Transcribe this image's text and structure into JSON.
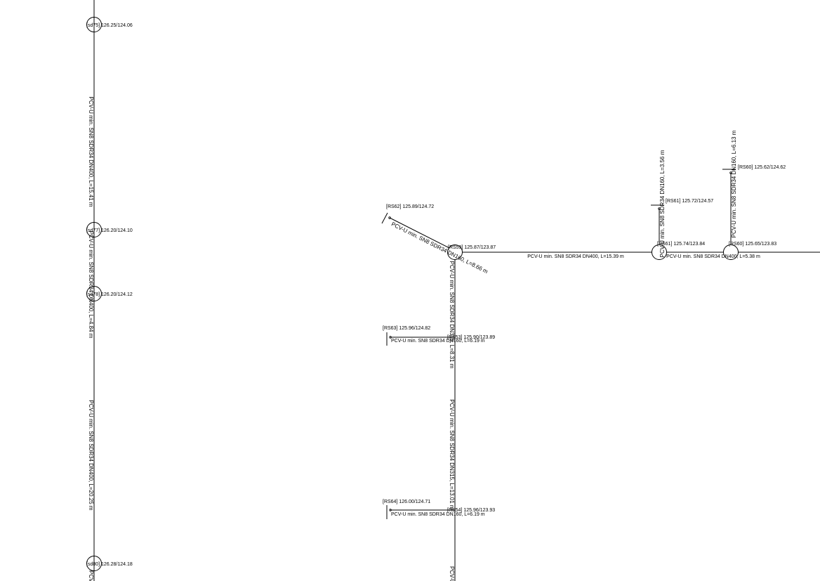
{
  "drawing": {
    "line_color": "#000000",
    "background": "#ffffff",
    "wells": [
      {
        "id": "sd75",
        "label": "[sd75] 126.25/124.06"
      },
      {
        "id": "sd77",
        "label": "[sd77] 126.20/124.10"
      },
      {
        "id": "sd78",
        "label": "[sd78] 126.20/124.12"
      },
      {
        "id": "sd80",
        "label": "[sd80] 126.28/124.18"
      },
      {
        "id": "RS59",
        "label": "[RS59] 125.87/123.87"
      },
      {
        "id": "RS61",
        "label": "[RS61] 125.74/123.84"
      },
      {
        "id": "RS60",
        "label": "[RS60] 125.65/123.83"
      }
    ],
    "junctions": [
      {
        "id": "RS53",
        "label": "[RS53] 125.90/123.89"
      },
      {
        "id": "RS54",
        "label": "[RS54] 125.96/123.93"
      }
    ],
    "inlets": [
      {
        "id": "RS62",
        "label": "[RS62] 125.89/124.72"
      },
      {
        "id": "RS63",
        "label": "[RS63] 125.96/124.82"
      },
      {
        "id": "RS64",
        "label": "[RS64] 126.00/124.71"
      },
      {
        "id": "RS61-top",
        "label": "[RS61] 125.72/124.57"
      },
      {
        "id": "RS60-top",
        "label": "[RS60] 125.62/124.62"
      }
    ],
    "pipes": [
      {
        "id": "p-left-1",
        "label": "PCV-U min. SN8 SDR34 DN400, L=15.41 m"
      },
      {
        "id": "p-left-2",
        "label": "PCV-U min. SN8 SDR34 DN400, L=4.84 m"
      },
      {
        "id": "p-left-3",
        "label": "PCV-U min. SN8 SDR34 DN400, L=20.25 m"
      },
      {
        "id": "p-left-4",
        "label": "PCV-U"
      },
      {
        "id": "p-diag",
        "label": "PCV-U min. SN8 SDR34 DN160, L=8.66 m"
      },
      {
        "id": "p-main-1",
        "label": "PCV-U min. SN8 SDR34 DN400, L=15.39 m"
      },
      {
        "id": "p-main-2",
        "label": "PCV-U min. SN8 SDR34 DN400, L=5.38 m"
      },
      {
        "id": "p-vert-1",
        "label": "PCV-U min. SN8 SDR34 DN315, L=8.31 m"
      },
      {
        "id": "p-vert-2",
        "label": "PCV-U min. SN8 SDR34 DN315, L=13.01 m"
      },
      {
        "id": "p-vert-3",
        "label": "PCV-U"
      },
      {
        "id": "p-br-63",
        "label": "PCV-U min. SN8 SDR34 DN160, L=6.19 m"
      },
      {
        "id": "p-br-64",
        "label": "PCV-U min. SN8 SDR34 DN160, L=6.19 m"
      },
      {
        "id": "p-up-61",
        "label": "PCV-U min. SN8 SDR34 DN160, L=3.56 m"
      },
      {
        "id": "p-up-60",
        "label": "PCV-U min. SN8 SDR34 DN160, L=6.13 m"
      }
    ]
  }
}
